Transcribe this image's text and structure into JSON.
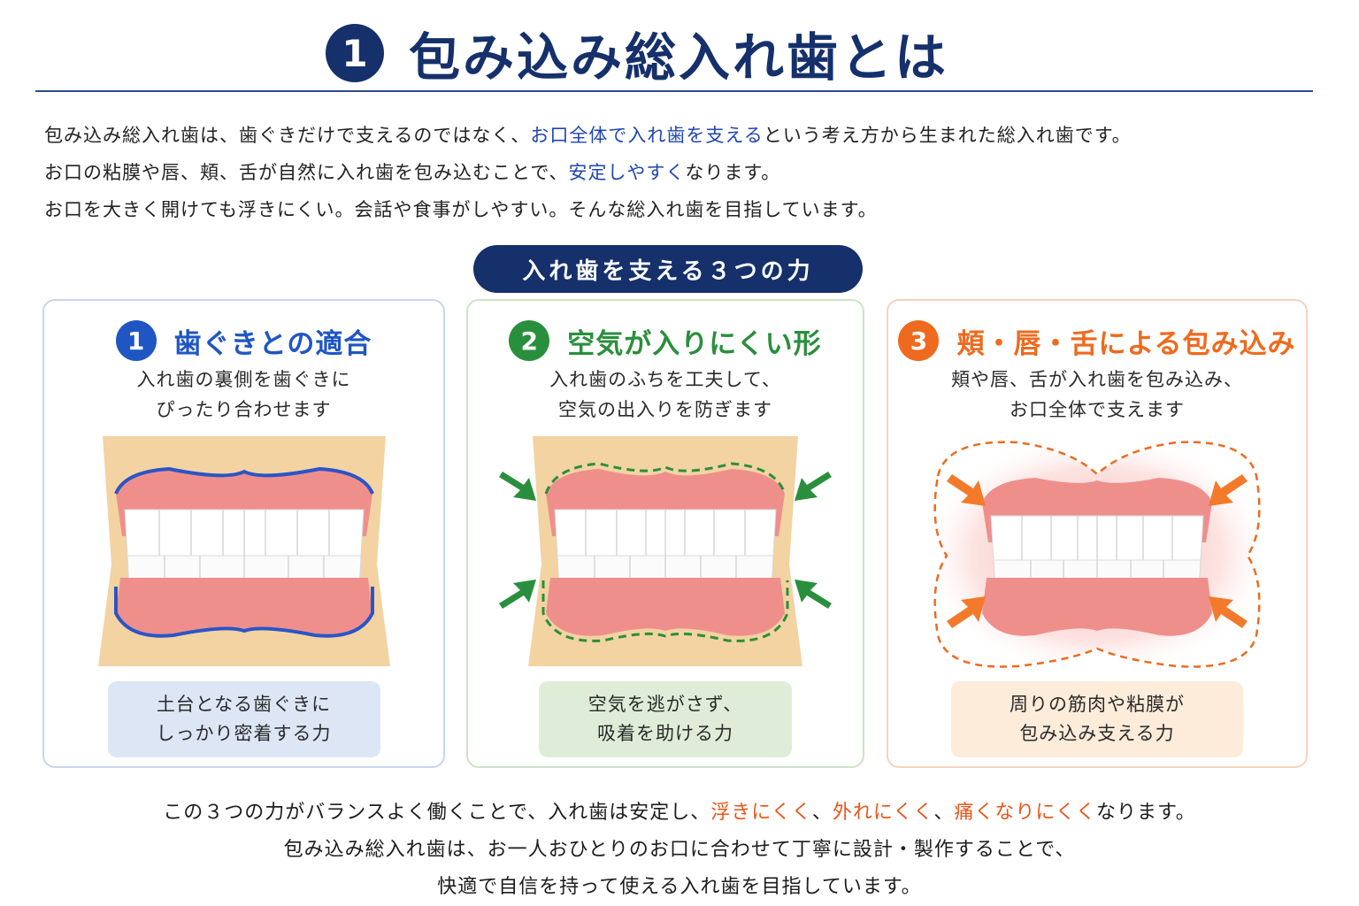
{
  "header": {
    "number": "1",
    "title": "包み込み総入れ歯とは"
  },
  "intro": {
    "line1_a": "包み込み総入れ歯は、歯ぐきだけで支えるのではなく、",
    "line1_highlight": "お口全体で入れ歯を支える",
    "line1_b": "という考え方から生まれた総入れ歯です。",
    "line2_a": "お口の粘膜や唇、頬、舌が自然に入れ歯を包み込むことで、",
    "line2_highlight": "安定しやすく",
    "line2_b": "なります。",
    "line3": "お口を大きく開けても浮きにくい。会話や食事がしやすい。そんな総入れ歯を目指しています。"
  },
  "section_pill": "入れ歯を支える３つの力",
  "cards": [
    {
      "number": "1",
      "title": "歯ぐきとの適合",
      "desc_line1": "入れ歯の裏側を歯ぐきに",
      "desc_line2": "ぴったり合わせます",
      "caption_line1": "土台となる歯ぐきに",
      "caption_line2": "しっかり密着する力",
      "color": "#1f56c4",
      "illustration": "denture-fit-outline"
    },
    {
      "number": "2",
      "title": "空気が入りにくい形",
      "desc_line1": "入れ歯のふちを工夫して、",
      "desc_line2": "空気の出入りを防ぎます",
      "caption_line1": "空気を逃がさず、",
      "caption_line2": "吸着を助ける力",
      "color": "#2a8f3c",
      "illustration": "denture-seal-dashed"
    },
    {
      "number": "3",
      "title": "頬・唇・舌による包み込み",
      "desc_line1": "頬や唇、舌が入れ歯を包み込み、",
      "desc_line2": "お口全体で支えます",
      "caption_line1": "周りの筋肉や粘膜が",
      "caption_line2": "包み込み支える力",
      "color": "#ee6a1e",
      "illustration": "denture-wrap-glow"
    }
  ],
  "outro": {
    "line1_a": "この３つの力がバランスよく働くことで、入れ歯は安定し、",
    "line1_h1": "浮きにくく",
    "line1_sep1": "、",
    "line1_h2": "外れにくく",
    "line1_sep2": "、",
    "line1_h3": "痛くなりにくく",
    "line1_b": "なります。",
    "line2": "包み込み総入れ歯は、お一人おひとりのお口に合わせて丁寧に設計・製作することで、",
    "line3": "快適で自信を持って使える入れ歯を目指しています。"
  },
  "colors": {
    "navy": "#15306b",
    "blue_highlight": "#1f46b0",
    "orange_highlight": "#e8561c"
  }
}
